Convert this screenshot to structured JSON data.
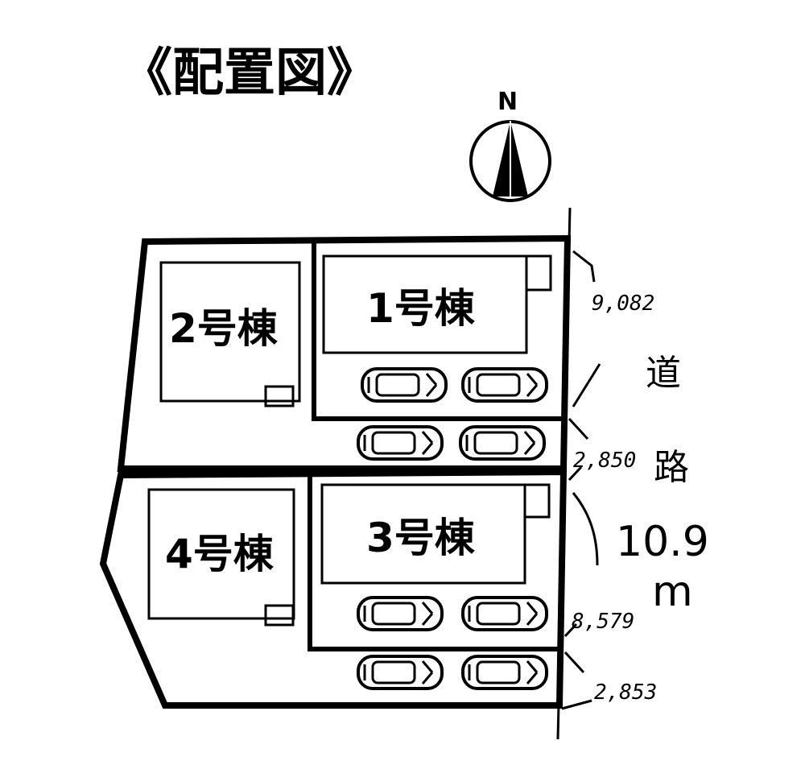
{
  "title": "《配置図》",
  "compass": {
    "label": "N"
  },
  "buildings": [
    {
      "id": "1",
      "label": "1号棟"
    },
    {
      "id": "2",
      "label": "2号棟"
    },
    {
      "id": "3",
      "label": "3号棟"
    },
    {
      "id": "4",
      "label": "4号棟"
    }
  ],
  "dimensions": {
    "d1": "9,082",
    "d2": "2,850",
    "d3": "8,579",
    "d4": "2,853"
  },
  "road": {
    "char1": "道",
    "char2": "路",
    "width_value": "10.9",
    "width_unit": "m"
  },
  "colors": {
    "line": "#000000",
    "background": "#ffffff"
  }
}
